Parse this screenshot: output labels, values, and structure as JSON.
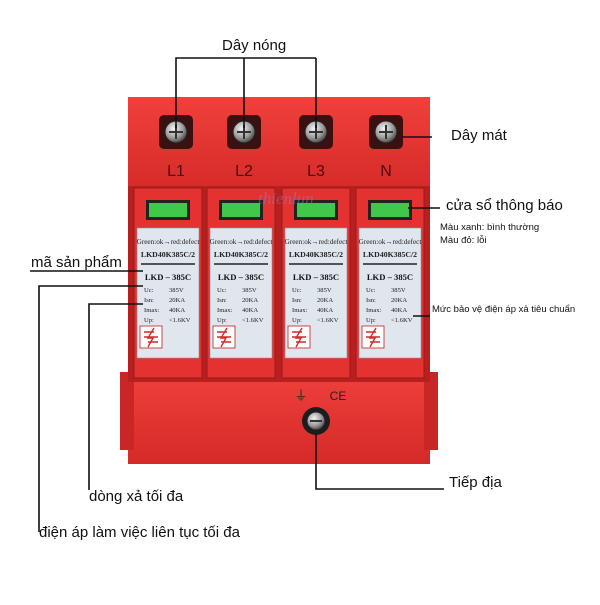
{
  "callouts": {
    "hot_wire": "Dây nóng",
    "neutral_wire": "Dây mát",
    "status_window": "cửa sổ thông báo",
    "green_note": "Màu xanh: bình thường",
    "red_note": "Màu đỏ: lỗi",
    "product_code": "mã sản phẩm",
    "protection_level": "Mức bảo vệ điện áp xả tiêu chuẩn",
    "max_discharge": "dòng xả tối đa",
    "max_voltage": "điện áp làm việc liên tục tối đa",
    "ground": "Tiếp địa"
  },
  "terminals": [
    "L1",
    "L2",
    "L3",
    "N"
  ],
  "module": {
    "status_line": "Green:ok→red:defect",
    "model": "LKD40K385C/2",
    "name": "LKD – 385C",
    "specs": [
      {
        "key": "Uc:",
        "value": "385V"
      },
      {
        "key": "Isn:",
        "value": "20KA"
      },
      {
        "key": "Imax:",
        "value": "40KA"
      },
      {
        "key": "Up:",
        "value": "<1.6KV"
      }
    ]
  },
  "ground_marks": {
    "symbol": "⏚",
    "ce": "CE"
  },
  "watermark": "thienlun",
  "colors": {
    "body": "#e5312f",
    "dark": "#b11c1c",
    "label": "#dfe6ee",
    "window": "#3fc94a",
    "line": "#111111"
  }
}
